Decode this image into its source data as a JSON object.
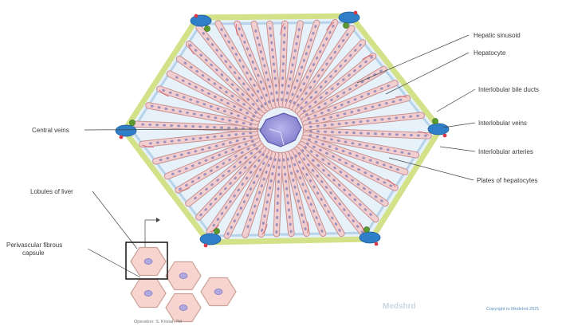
{
  "labels": {
    "hepatic_sinusoid": "Hepatic sinusoid",
    "hepatocyte": "Hepatocyte",
    "bile_ducts": "Interlobular bile ducts",
    "interlobular_veins": "Interlobular veins",
    "interlobular_arteries": "Interlobular arteries",
    "plates": "Plates of hepatocytes",
    "central_veins": "Central veins",
    "lobules": "Lobules of liver",
    "capsule_line1": "Perivascular fibrous",
    "capsule_line2": "capsule"
  },
  "footer": {
    "credit": "Operation: S. Kristal, ?M",
    "copyright": "Copyright to Medshrd 2021",
    "watermark": "Medshrd"
  },
  "colors": {
    "septum": "#d7e48a",
    "sinusoid": "#bcd6ef",
    "plate_fill": "#f1cfd0",
    "plate_edge": "#c9908f",
    "nucleus": "#8a7fb6",
    "vein": "#2f7fc8",
    "artery": "#d63a4a",
    "bile": "#5a9a2e",
    "central_vein": "#8e8ad0"
  }
}
